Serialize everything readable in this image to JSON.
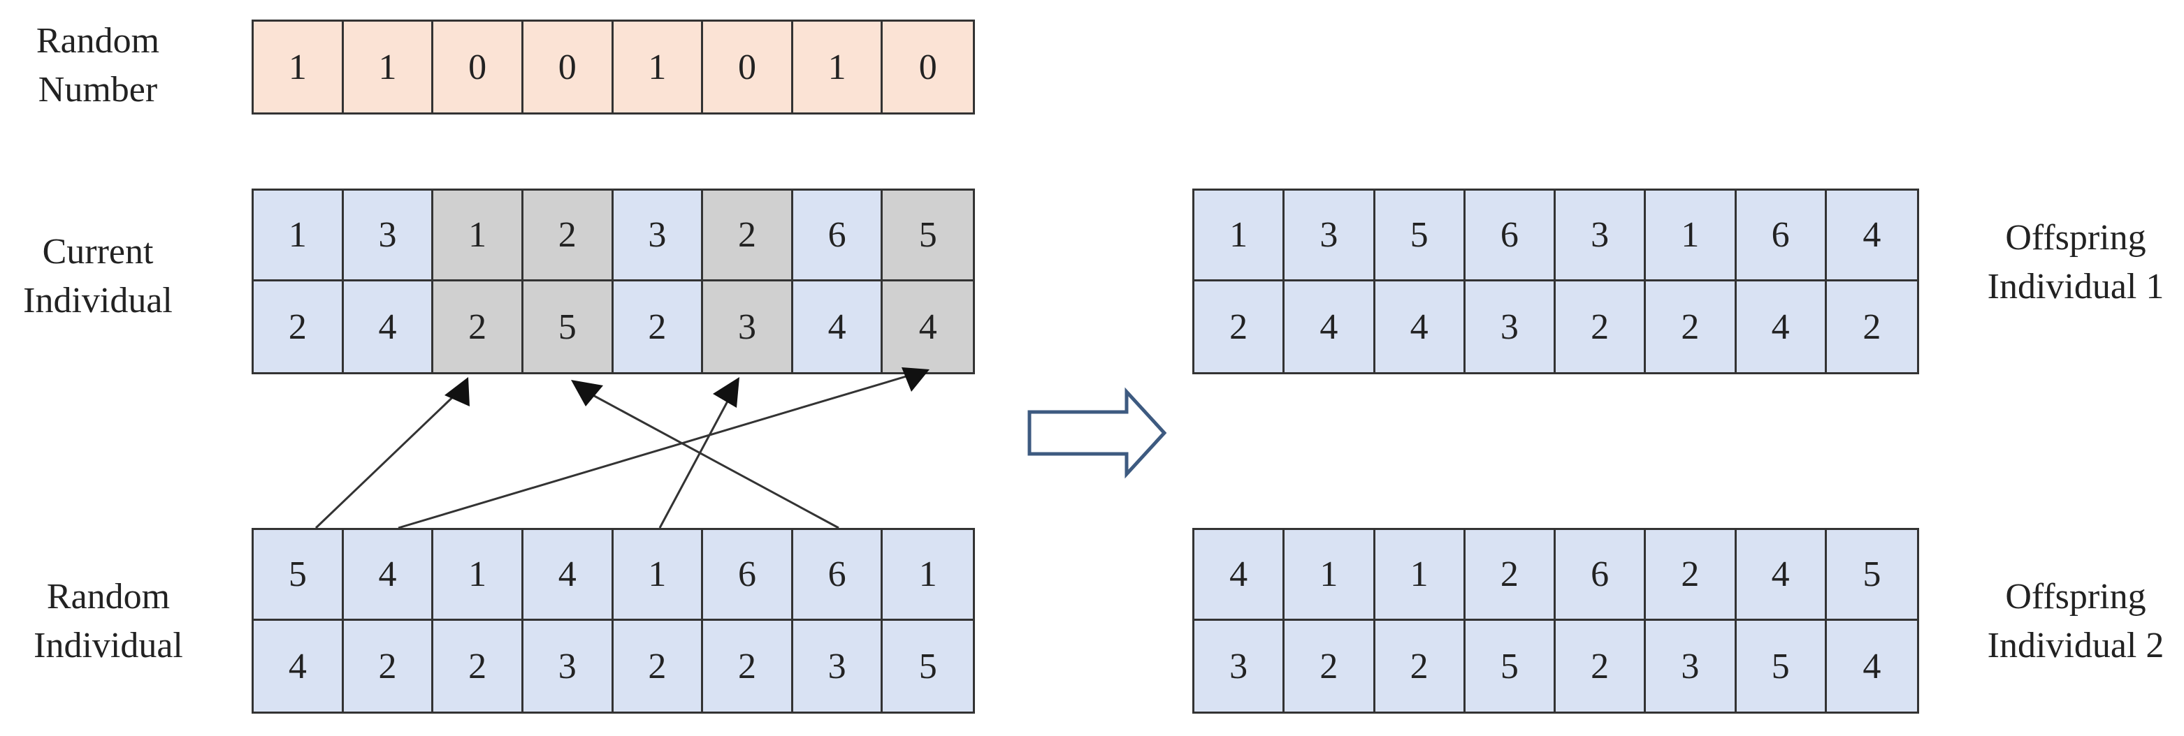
{
  "labels": {
    "random_number": [
      "Random",
      "Number"
    ],
    "current_individual": [
      "Current",
      "Individual"
    ],
    "random_individual": [
      "Random",
      "Individual"
    ],
    "offspring_1": [
      "Offspring",
      "Individual 1"
    ],
    "offspring_2": [
      "Offspring",
      "Individual 2"
    ]
  },
  "random_number": [
    "1",
    "1",
    "0",
    "0",
    "1",
    "0",
    "1",
    "0"
  ],
  "current_individual": [
    [
      "1",
      "3",
      "1",
      "2",
      "3",
      "2",
      "6",
      "5"
    ],
    [
      "2",
      "4",
      "2",
      "5",
      "2",
      "3",
      "4",
      "4"
    ]
  ],
  "random_individual": [
    [
      "5",
      "4",
      "1",
      "4",
      "1",
      "6",
      "6",
      "1"
    ],
    [
      "4",
      "2",
      "2",
      "3",
      "2",
      "2",
      "3",
      "5"
    ]
  ],
  "offspring_1": [
    [
      "1",
      "3",
      "5",
      "6",
      "3",
      "1",
      "6",
      "4"
    ],
    [
      "2",
      "4",
      "4",
      "3",
      "2",
      "2",
      "4",
      "2"
    ]
  ],
  "offspring_2": [
    [
      "4",
      "1",
      "1",
      "2",
      "6",
      "2",
      "4",
      "5"
    ],
    [
      "3",
      "2",
      "2",
      "5",
      "2",
      "3",
      "5",
      "4"
    ]
  ],
  "colors": {
    "random_number_fill": "#fbe3d5",
    "individual_fill": "#d9e2f3",
    "highlight_fill": "#d0d0d0"
  }
}
